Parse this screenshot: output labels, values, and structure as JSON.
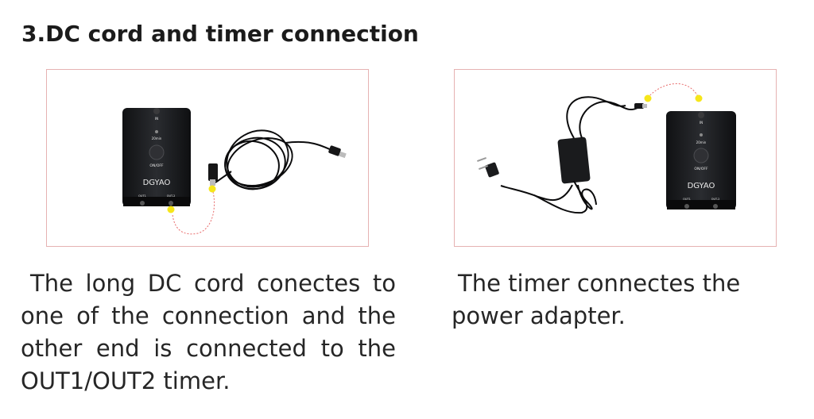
{
  "title": "3.DC cord and timer connection",
  "left": {
    "lines": [
      "The long DC cord conectes to",
      "one of the connection and the",
      "other end is connected to the",
      "OUT1/OUT2 timer."
    ]
  },
  "right": {
    "lines": [
      "The timer connectes the",
      "power adapter."
    ]
  },
  "device": {
    "in_label": "IN",
    "timer_label": "20min",
    "switch_label": "ON/OFF",
    "brand": "DGYAO",
    "out1_label": "OUT1",
    "out2_label": "OUT-2"
  },
  "colors": {
    "frame_border": "#e6b2b2",
    "marker": "#f6e61a",
    "dotted_line": "#e86a6a",
    "device_body": "#1c1d20"
  }
}
